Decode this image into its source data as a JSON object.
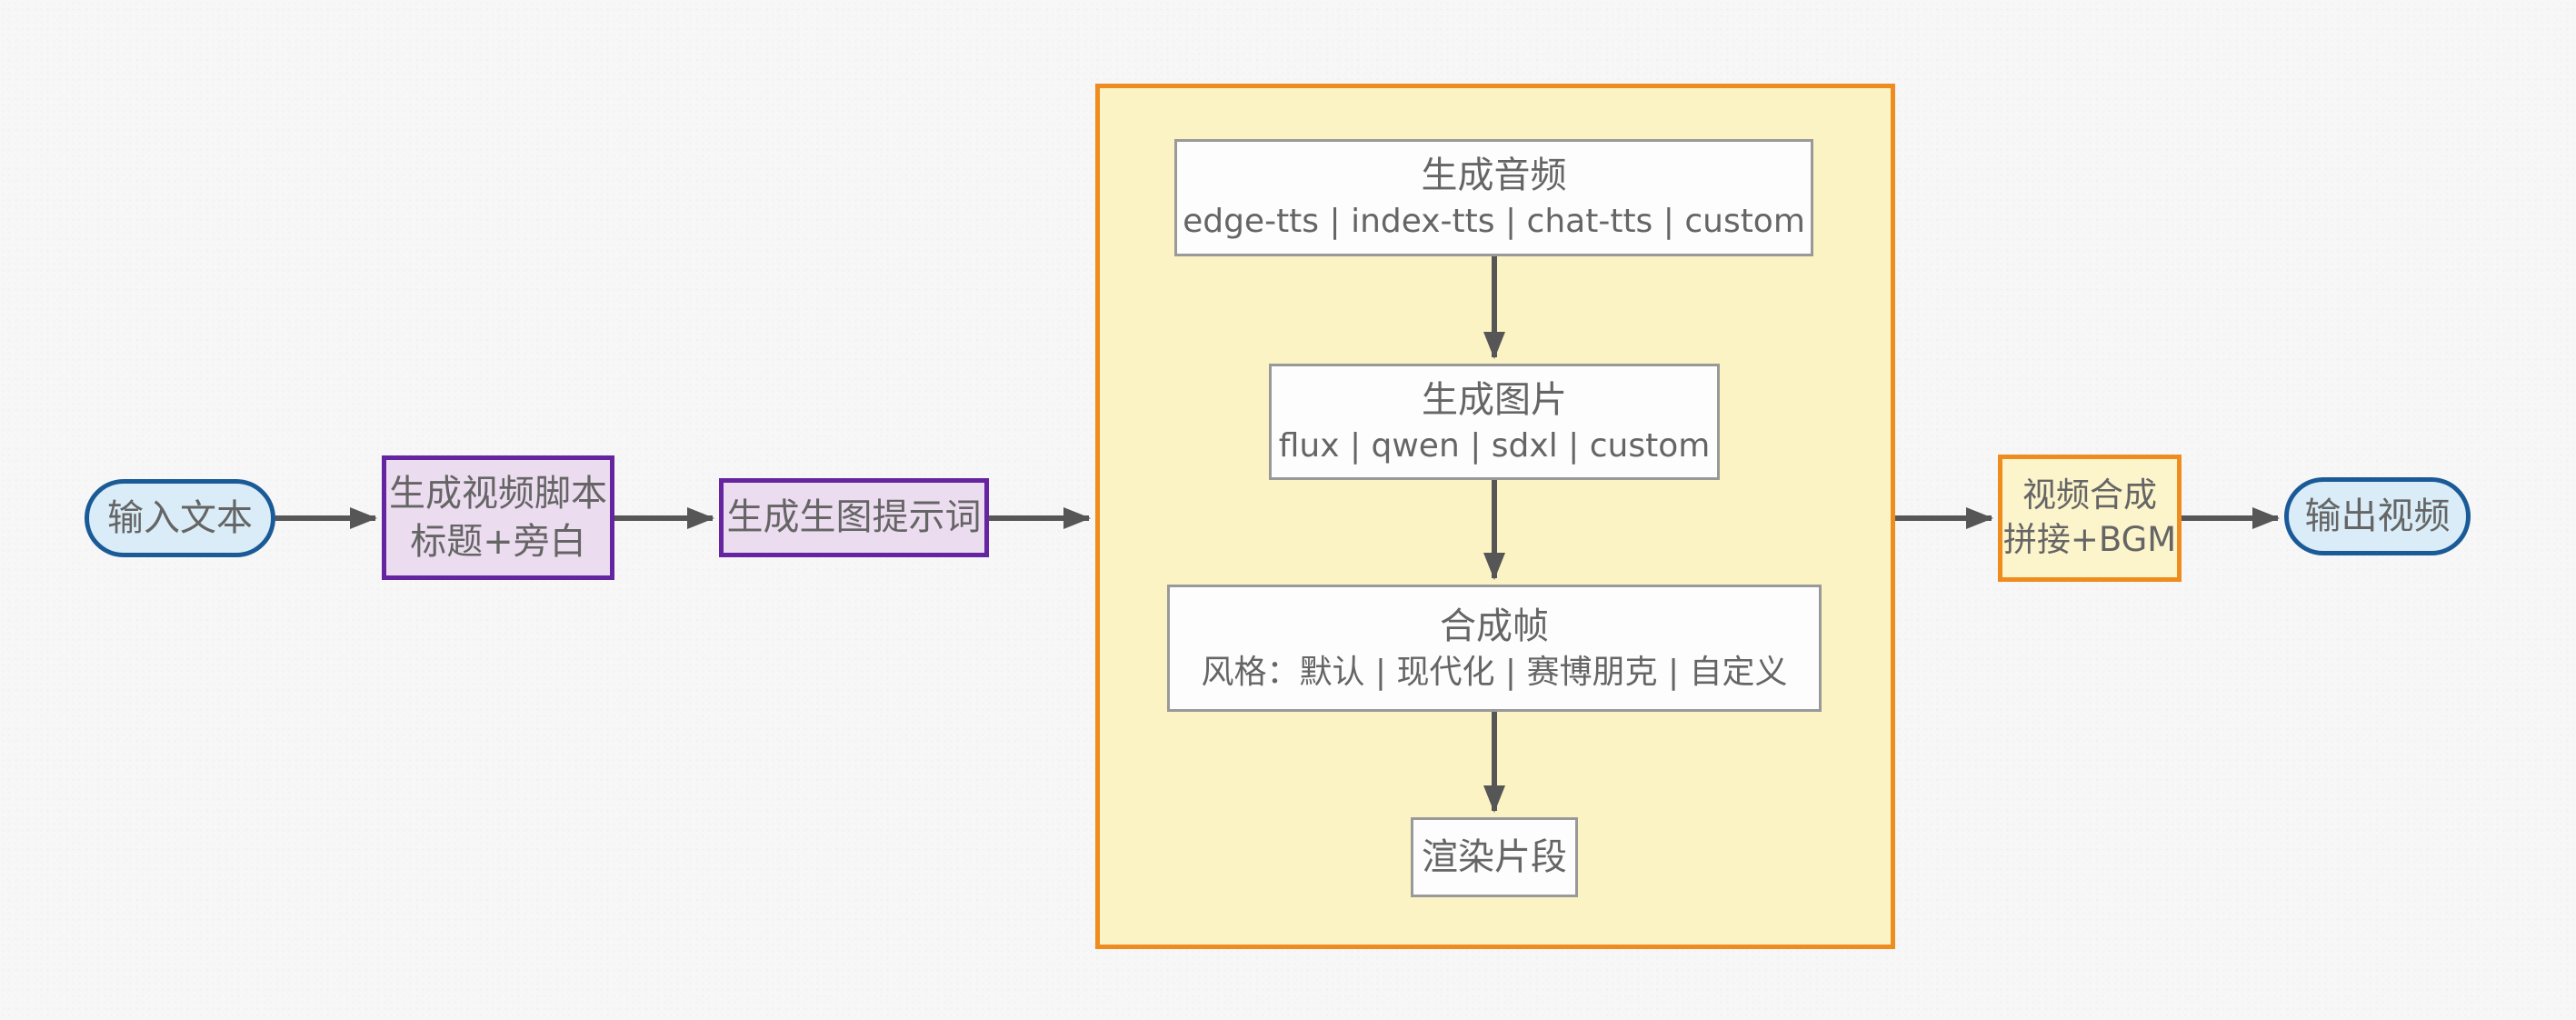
{
  "diagram": {
    "type": "flowchart",
    "direction": "left-to-right",
    "nodes": {
      "input": {
        "label": "输入文本"
      },
      "script": {
        "line1": "生成视频脚本",
        "line2": "标题+旁白"
      },
      "prompt": {
        "label": "生成生图提示词"
      },
      "audio": {
        "title": "生成音频",
        "options": "edge-tts | index-tts | chat-tts | custom"
      },
      "image": {
        "title": "生成图片",
        "options": "flux | qwen | sdxl | custom"
      },
      "frame": {
        "title": "合成帧",
        "options": "风格：默认 | 现代化 | 赛博朋克 | 自定义"
      },
      "render": {
        "label": "渲染片段"
      },
      "compose": {
        "line1": "视频合成",
        "line2": "拼接+BGM"
      },
      "output": {
        "label": "输出视频"
      }
    },
    "edges": [
      "input→script",
      "script→prompt",
      "prompt→scene-group",
      "audio→image",
      "image→frame",
      "frame→render",
      "scene-group→compose",
      "compose→output"
    ],
    "colors": {
      "background": "#f7f7f7",
      "arrow": "#565656",
      "text": "#656565",
      "pill_fill": "#d9ecf7",
      "pill_border": "#1a5a97",
      "purple_fill": "#ecdcf0",
      "purple_border": "#6524a0",
      "group_fill": "#fbf3c4",
      "group_border": "#ef8c1f",
      "inner_fill": "#fdfdfd",
      "inner_border": "#999999",
      "orange_fill": "#fcf4cb"
    }
  }
}
